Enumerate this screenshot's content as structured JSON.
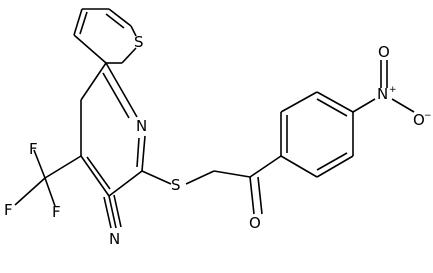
{
  "molecule": {
    "atoms": {
      "thiophene_S": "S",
      "pyridine_N": "N",
      "thioether_S": "S",
      "ketone_O": "O",
      "nitro_N": "N",
      "nitro_N_charge": "+",
      "nitro_O_top": "O",
      "nitro_O_right": "O",
      "nitro_O_charge": "−",
      "F_top": "F",
      "F_left": "F",
      "F_bottom": "F",
      "nitrile_N": "N"
    }
  }
}
